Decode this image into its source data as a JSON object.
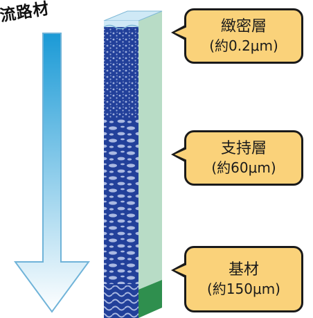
{
  "corner_text": "流路材",
  "colors": {
    "arrow_top": "#1b9ad6",
    "arrow_bottom": "#ffffff",
    "arrow_outline": "#6fb3d8",
    "membrane_blue": "#22409a",
    "membrane_pattern": "#b9c6ea",
    "side_face": "#b8dcc6",
    "base_green": "#2f8f4e",
    "dense_layer": "#cfe9f6",
    "callout_fill": "#fad27a",
    "callout_border": "#1a1a1a"
  },
  "icons": {
    "flow_arrow": "down-arrow-icon"
  },
  "layers": [
    {
      "key": "dense",
      "name": "緻密層",
      "thickness": "(約0.2μm)"
    },
    {
      "key": "support",
      "name": "支持層",
      "thickness": "(約60μm)"
    },
    {
      "key": "base",
      "name": "基材",
      "thickness": "(約150μm)"
    }
  ]
}
